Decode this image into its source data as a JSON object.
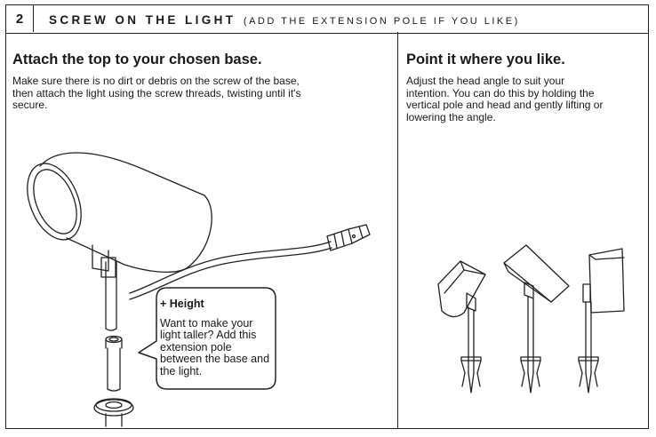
{
  "step": {
    "number": "2",
    "title": "SCREW ON THE LIGHT",
    "subtitle": "(ADD THE EXTENSION POLE IF YOU LIKE)"
  },
  "left_panel": {
    "heading": "Attach the top to your chosen base.",
    "description": "Make sure there is no dirt or debris on the screw of the base, then attach the light using the screw threads, twisting until it's secure."
  },
  "right_panel": {
    "heading": "Point it where you like.",
    "description": "Adjust the head angle to suit your intention. You can do this by holding the vertical pole and head and gently lifting or lowering the angle."
  },
  "callout": {
    "title": "+ Height",
    "body": "Want to make your light taller? Add this extension pole between the base and the light."
  },
  "colors": {
    "line": "#222222",
    "background": "#ffffff"
  }
}
